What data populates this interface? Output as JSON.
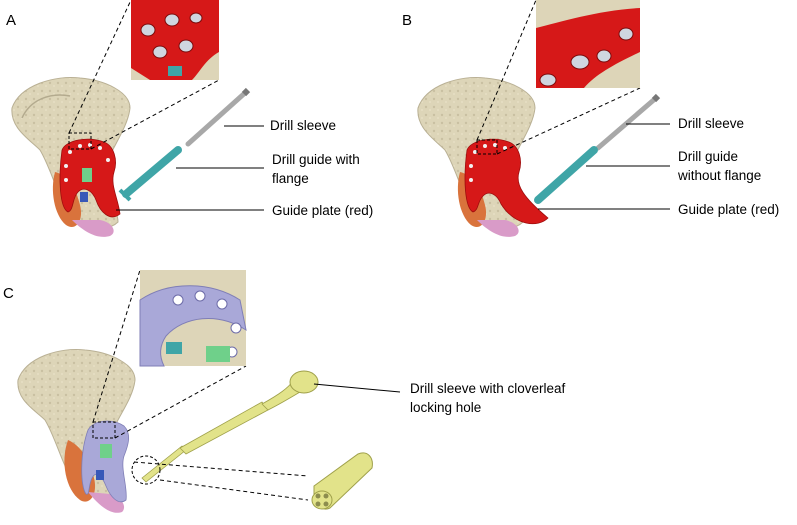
{
  "panels": {
    "a": {
      "letter": "A",
      "labels": {
        "drill_sleeve": "Drill sleeve",
        "drill_guide_line1": "Drill guide with",
        "drill_guide_line2": "flange",
        "guide_plate": "Guide plate (red)"
      }
    },
    "b": {
      "letter": "B",
      "labels": {
        "drill_sleeve": "Drill sleeve",
        "drill_guide_line1": "Drill guide",
        "drill_guide_line2": "without flange",
        "guide_plate": "Guide plate (red)"
      }
    },
    "c": {
      "letter": "C",
      "labels": {
        "drill_sleeve_line1": "Drill sleeve with cloverleaf",
        "drill_sleeve_line2": "locking hole"
      }
    }
  },
  "colors": {
    "bone": "#ddd5b8",
    "bone_shadow": "#b9b094",
    "guide_plate_red": "#d61818",
    "lavender_plate": "#a9a8d8",
    "drill_guide_teal": "#3fa5a7",
    "drill_sleeve_gray": "#a8a8a8",
    "sleeve_yellow": "#e2e38a",
    "orange_bone": "#d9733c",
    "pink_bone": "#d99bc8",
    "green_part": "#6fd08a"
  }
}
